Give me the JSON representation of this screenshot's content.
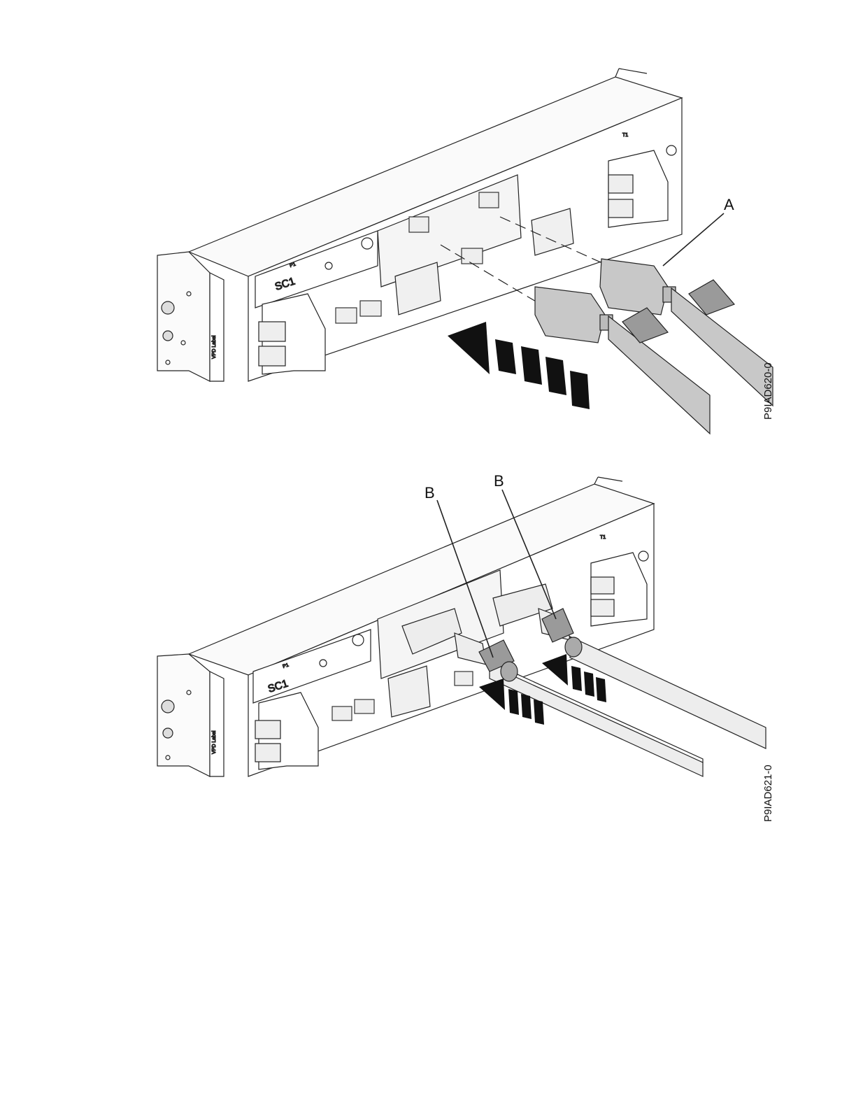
{
  "figures": [
    {
      "id_text": "P9IAD620-0",
      "callouts": [
        "A"
      ],
      "chassis_labels": {
        "slot": "SC1",
        "p1": "P1",
        "vpd": "VPD Label",
        "t1": "T1"
      }
    },
    {
      "id_text": "P9IAD621-0",
      "callouts": [
        "B",
        "B"
      ],
      "chassis_labels": {
        "slot": "SC1",
        "p1": "P1",
        "vpd": "VPD Label",
        "t1": "T1"
      }
    }
  ]
}
